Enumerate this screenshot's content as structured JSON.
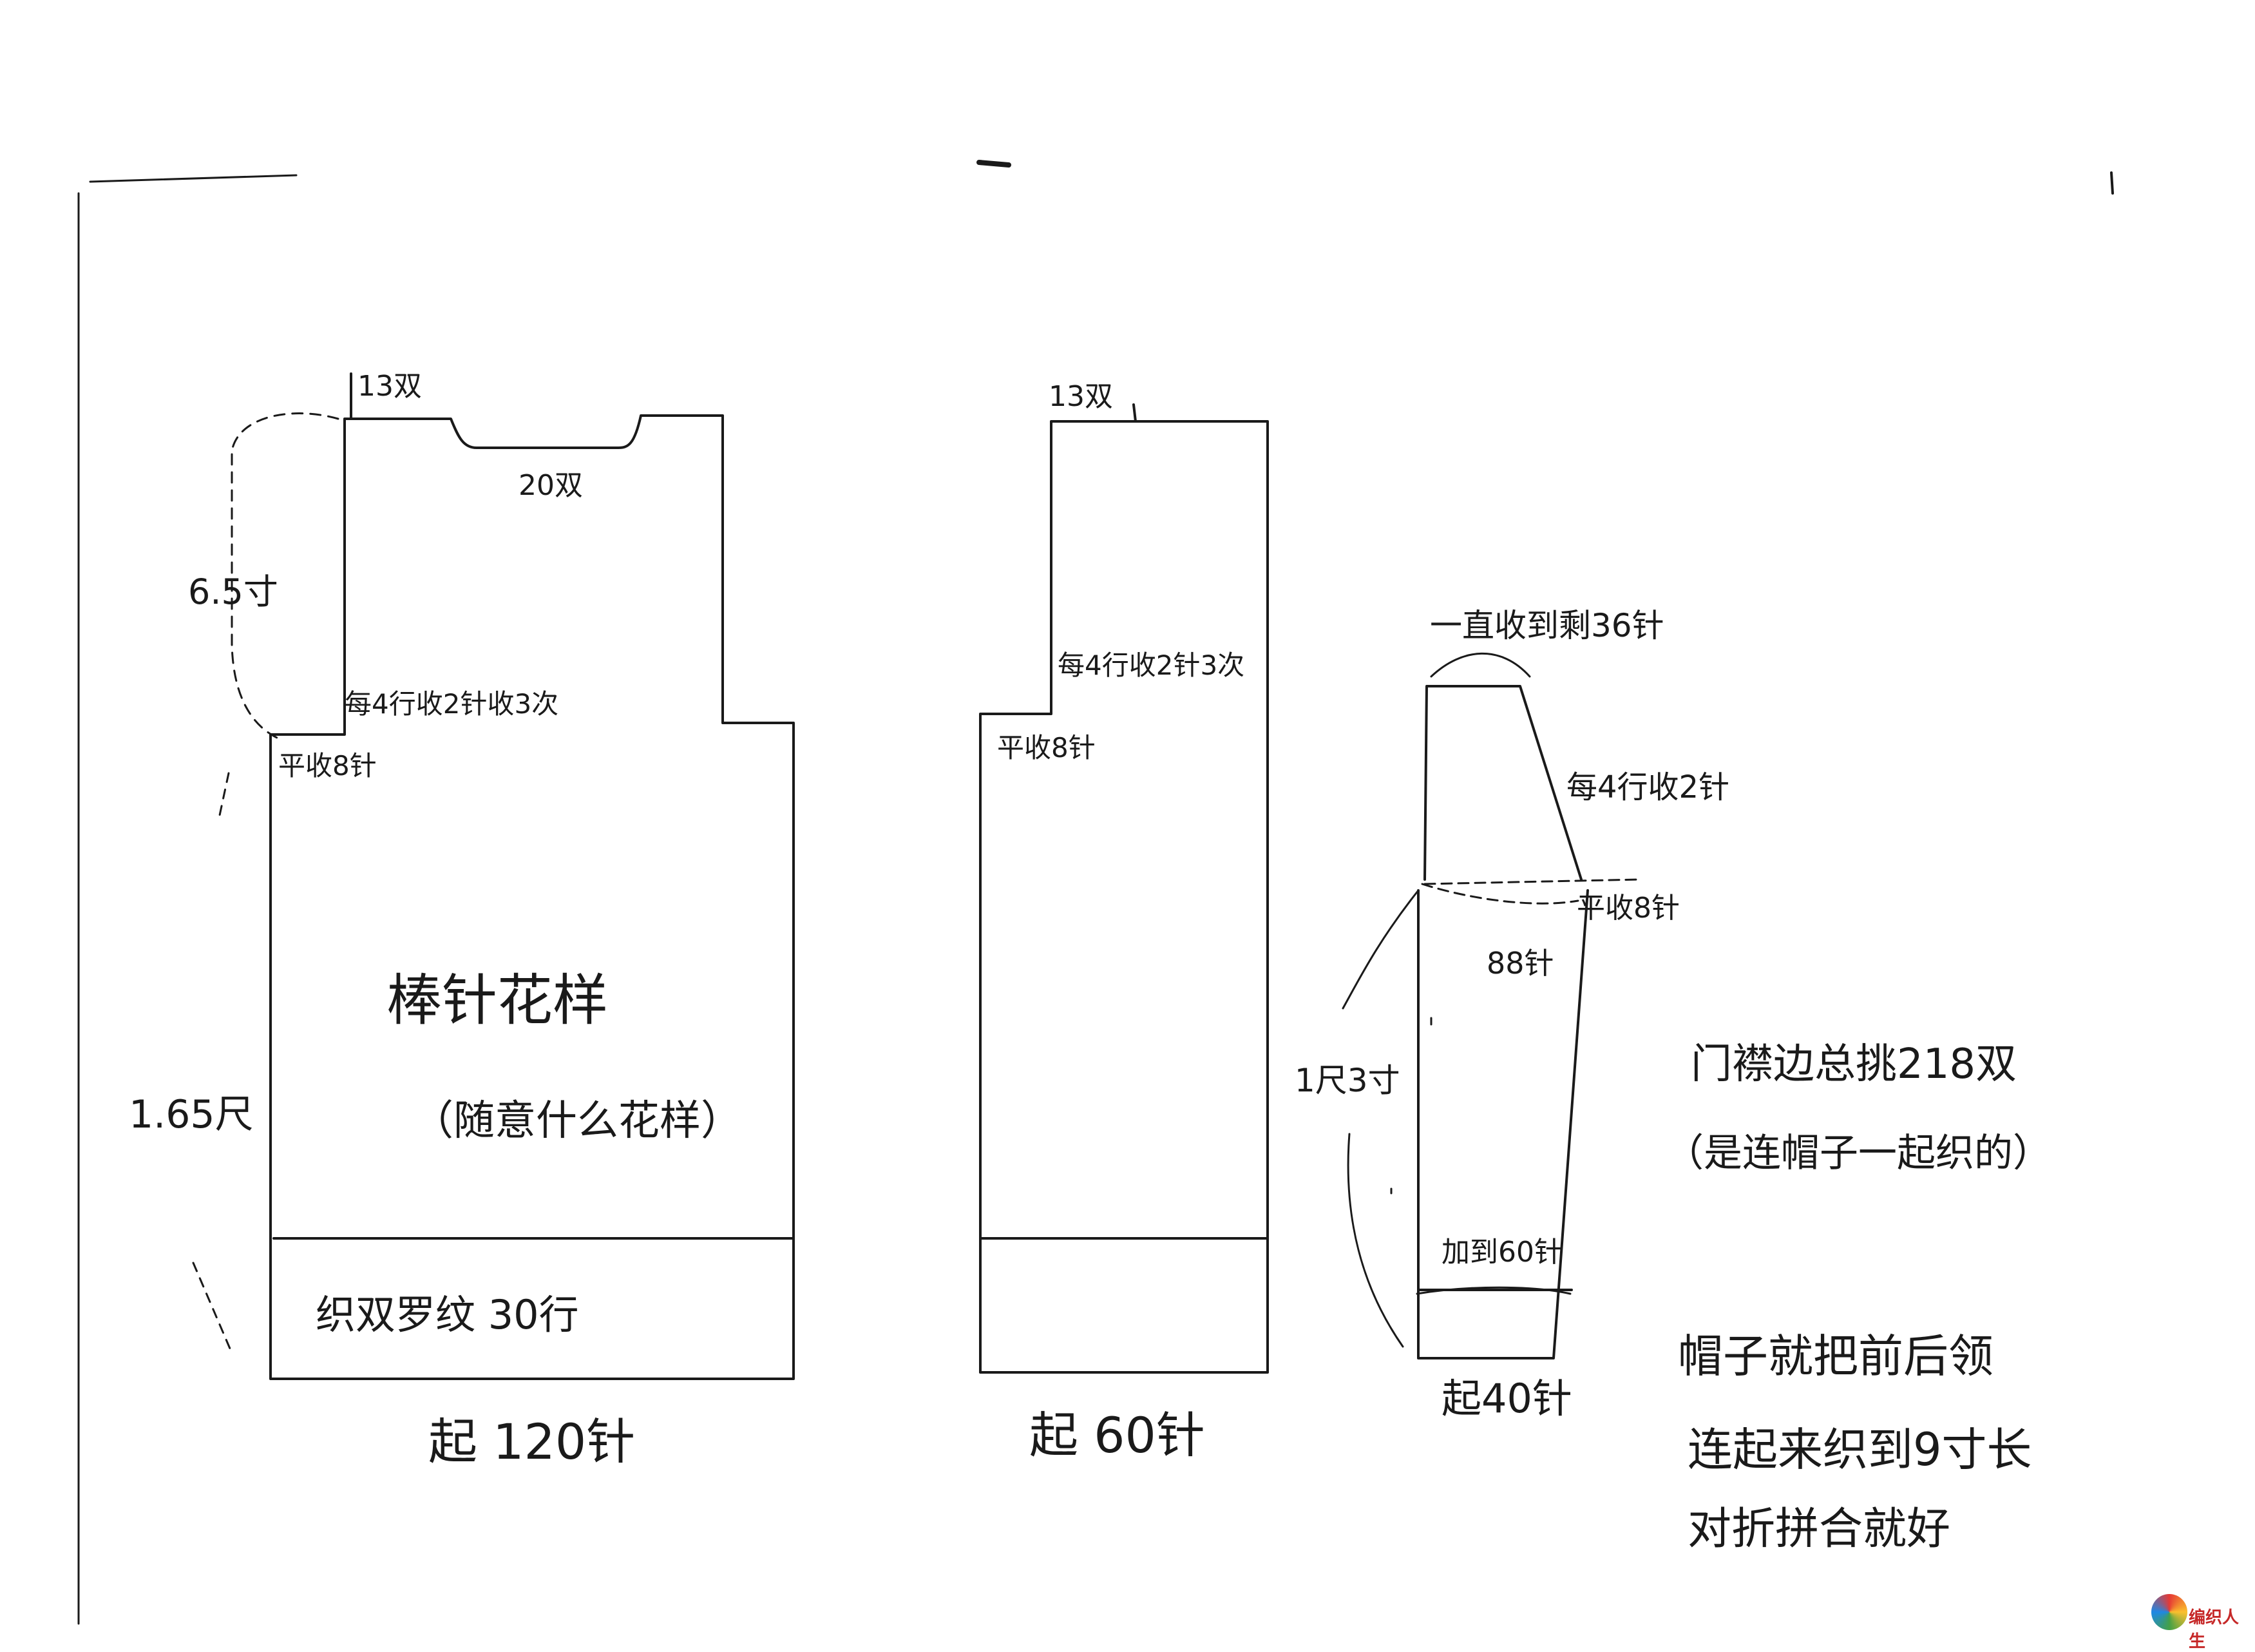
{
  "back_panel": {
    "shoulder_width": "13双",
    "neck_width": "20双",
    "armhole_height": "6.5寸",
    "armhole_decrease": "每4行收2针收3次",
    "armhole_bindoff": "平收8针",
    "body_height": "1.65尺",
    "pattern_title": "棒针花样",
    "pattern_note": "（随意什么花样）",
    "ribbing": "织双罗纹 30行",
    "cast_on": "起 120针"
  },
  "front_panel": {
    "shoulder_width": "13双",
    "armhole_decrease": "每4行收2针3次",
    "armhole_bindoff": "平收8针",
    "cast_on": "起 60针"
  },
  "sleeve": {
    "top_note": "一直收到剩36针",
    "cap_decrease": "每4行收2针",
    "cap_bindoff": "平收8针",
    "width_stitches": "88针",
    "length": "1尺3寸",
    "increase_to": "加到60针",
    "cast_on": "起40针"
  },
  "notes": {
    "placket_total": "门襟边总挑218双",
    "placket_note": "（是连帽子一起织的）",
    "hood_line1": "帽子就把前后领",
    "hood_line2": "连起来织到9寸长",
    "hood_line3": "对折拼合就好"
  },
  "watermark": "编织人生"
}
